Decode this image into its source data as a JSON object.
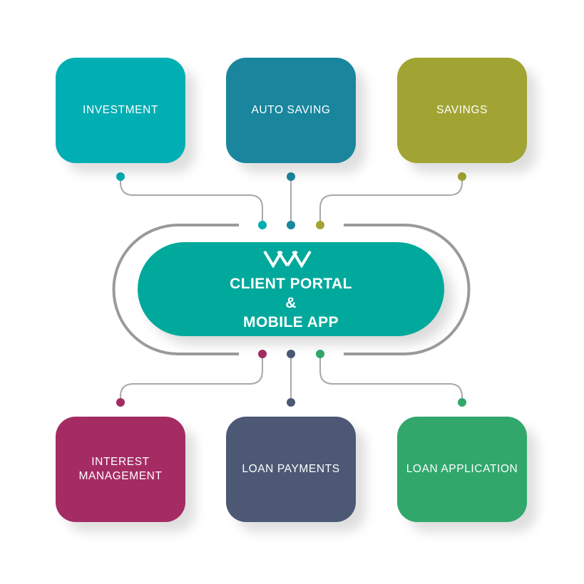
{
  "hub": {
    "title_line1": "CLIENT PORTAL",
    "title_line2": "&",
    "title_line3": "MOBILE APP",
    "color": "#00a99c",
    "logo_icon": "double-v-logo-icon"
  },
  "top_boxes": [
    {
      "label": "INVESTMENT",
      "color": "#00aeb3"
    },
    {
      "label": "AUTO SAVING",
      "color": "#19869e"
    },
    {
      "label": "SAVINGS",
      "color": "#a1a433"
    }
  ],
  "bottom_boxes": [
    {
      "label_line1": "INTEREST",
      "label_line2": "MANAGEMENT",
      "color": "#a42c63"
    },
    {
      "label": "LOAN PAYMENTS",
      "color": "#4c5874"
    },
    {
      "label": "LOAN APPLICATION",
      "color": "#31a76c"
    }
  ],
  "connector_color": "#9a9a9a",
  "ring_color": "#9a9a9a"
}
